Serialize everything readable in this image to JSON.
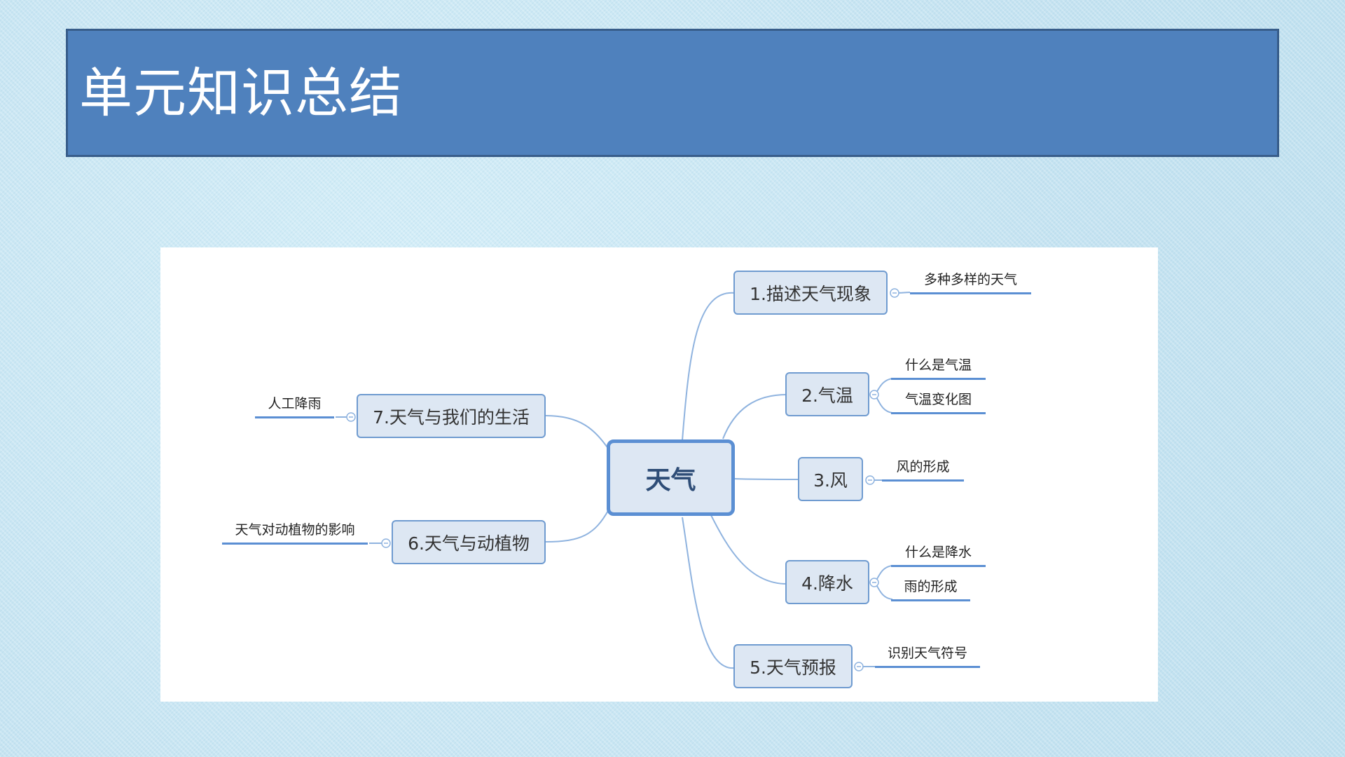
{
  "title": "单元知识总结",
  "mindmap": {
    "center": "天气",
    "branches": [
      {
        "label": "1.描述天气现象",
        "leaves": [
          "多种多样的天气"
        ]
      },
      {
        "label": "2.气温",
        "leaves": [
          "什么是气温",
          "气温变化图"
        ]
      },
      {
        "label": "3.风",
        "leaves": [
          "风的形成"
        ]
      },
      {
        "label": "4.降水",
        "leaves": [
          "什么是降水",
          "雨的形成"
        ]
      },
      {
        "label": "5.天气预报",
        "leaves": [
          "识别天气符号"
        ]
      },
      {
        "label": "6.天气与动植物",
        "leaves": [
          "天气对动植物的影响"
        ]
      },
      {
        "label": "7.天气与我们的生活",
        "leaves": [
          "人工降雨"
        ]
      }
    ]
  },
  "colors": {
    "title_bar": "#4f81bd",
    "node_fill": "#dde7f3",
    "node_border": "#6f9bd0",
    "connector": "#8fb3df"
  }
}
